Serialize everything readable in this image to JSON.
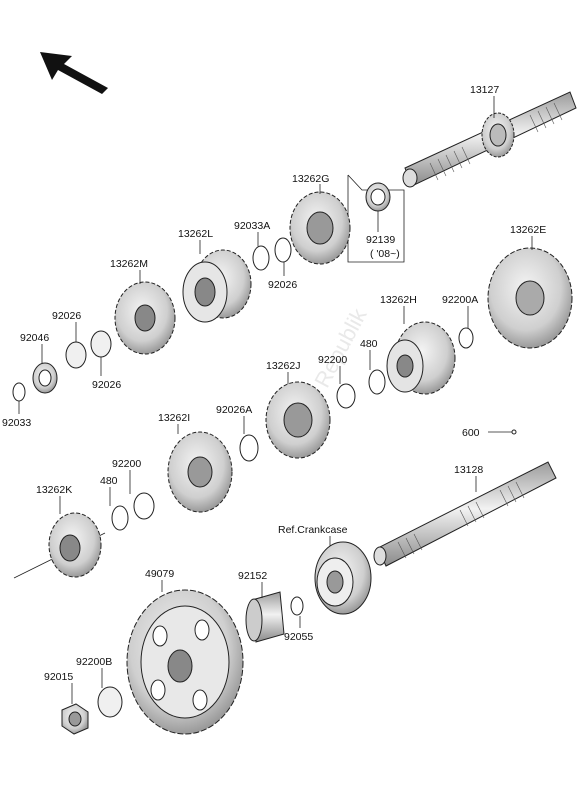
{
  "diagram": {
    "labels": {
      "p13127": "13127",
      "p13262G": "13262G",
      "p92033A": "92033A",
      "p13262L": "13262L",
      "p92139": "92139",
      "p08": "( '08~)",
      "p92026a": "92026",
      "p13262E": "13262E",
      "p13262M": "13262M",
      "p92026b": "92026",
      "p92046": "92046",
      "p92026c": "92026",
      "p92033": "92033",
      "p13262H": "13262H",
      "p92200A": "92200A",
      "p480a": "480",
      "p92200a": "92200",
      "p13262J": "13262J",
      "p92026A": "92026A",
      "p13262I": "13262I",
      "p600": "600",
      "p92200b": "92200",
      "p480b": "480",
      "p13128": "13128",
      "p13262K": "13262K",
      "pRef": "Ref.Crankcase",
      "p49079": "49079",
      "p92152": "92152",
      "p92055": "92055",
      "p92200B": "92200B",
      "p92015": "92015"
    },
    "watermark": "Parts Republik"
  }
}
